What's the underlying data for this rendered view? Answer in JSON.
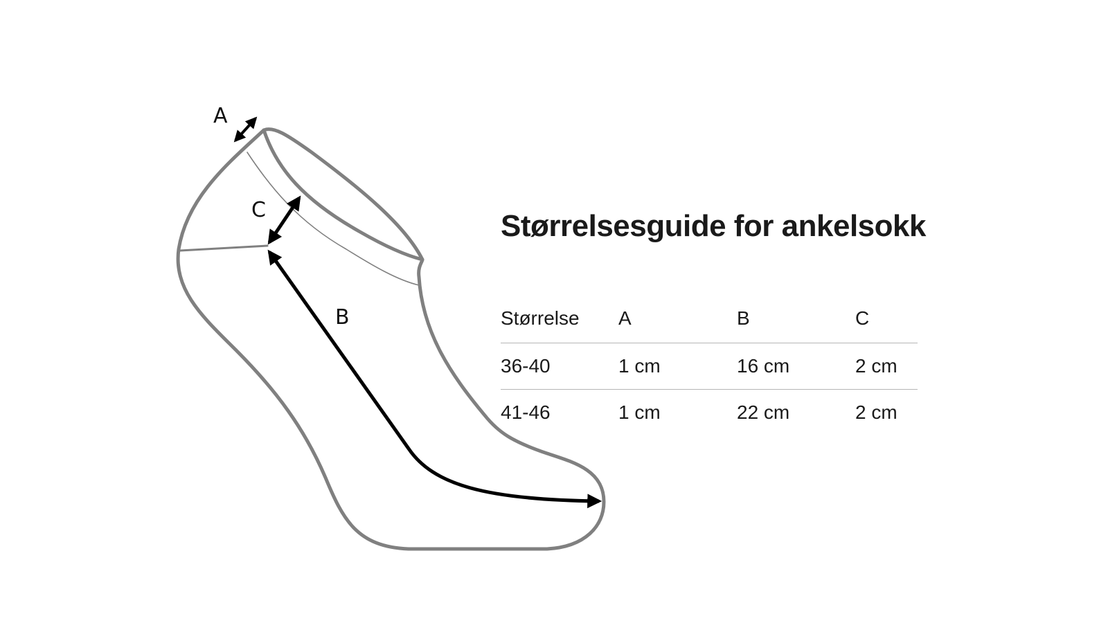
{
  "diagram": {
    "name": "ankle-sock-measurement-diagram",
    "labels": {
      "a": "A",
      "b": "B",
      "c": "C"
    },
    "outline_color": "#808080",
    "arrow_color": "#000000"
  },
  "title": "Størrelsesguide for ankelsokk",
  "table": {
    "headers": [
      "Størrelse",
      "A",
      "B",
      "C"
    ],
    "rows": [
      [
        "36-40",
        "1 cm",
        "16 cm",
        "2 cm"
      ],
      [
        "41-46",
        "1 cm",
        "22 cm",
        "2 cm"
      ]
    ],
    "divider_color": "#b5b5b5"
  }
}
